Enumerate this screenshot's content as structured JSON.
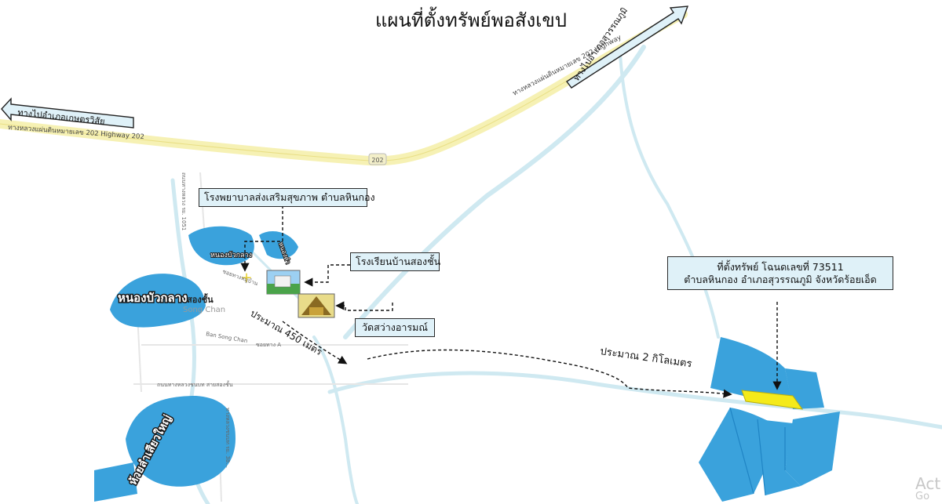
{
  "title": "แผนที่ตั้งทรัพย์พอสังเขป",
  "colors": {
    "water": "#3aa2dc",
    "water_dark": "#1f84c4",
    "plot": "#f4ea1a",
    "highway": "#f6f1b4",
    "river": "#d4ebf2",
    "callout_bg": "#dff1f8"
  },
  "highway": {
    "label_left": "ทางหลวงแผ่นดินหมายเลข 202 Highway 202",
    "label_right": "ทางหลวงแผ่นดินหมายเลข 202 Highway",
    "shield": "202"
  },
  "signs": {
    "left": "ทางไปอำเภอเกษตรวิสัย",
    "right": "ทางไปอำเภอสุวรรณภูมิ"
  },
  "callouts": {
    "hospital": "โรงพยาบาลส่งเสริมสุขภาพ ตำบลหินกอง",
    "school": "โรงเรียนบ้านสองชั้น",
    "temple": "วัดสว่างอารมณ์",
    "property_line1": "ที่ตั้งทรัพย์ โฉนดเลขที่ 73511",
    "property_line2": "ตำบลหินกอง อำเภอสุวรรณภูมิ จังหวัดร้อยเอ็ด"
  },
  "places": {
    "nong_bua_klang": "หนองบัวกลาง",
    "nong_bua_klang_small": "หนองบัวกลาง",
    "nong_kham": "หนองคำ",
    "song_chan_th": "สองชั้น",
    "song_chan_en": "Song Chan",
    "huai": "ห้วยลำเสียวใหญ่"
  },
  "roads": {
    "road_1051": "ถนนทางหลวง รย. 1051",
    "road_village": "ซอยทางหมู่บ้าน",
    "road_local_a": "ซอยทาง A",
    "road_local_b": "Ban Song Chan",
    "road_south": "ถนนทางหลวงชนบท สายสองชั้น",
    "road_38": "ทางหลวงชนบท รย. 38..."
  },
  "distances": {
    "near": "ประมาณ 450 เมตร",
    "far": "ประมาณ 2 กิโลเมตร"
  },
  "watermark": {
    "line1": "Act",
    "line2": "Go"
  }
}
